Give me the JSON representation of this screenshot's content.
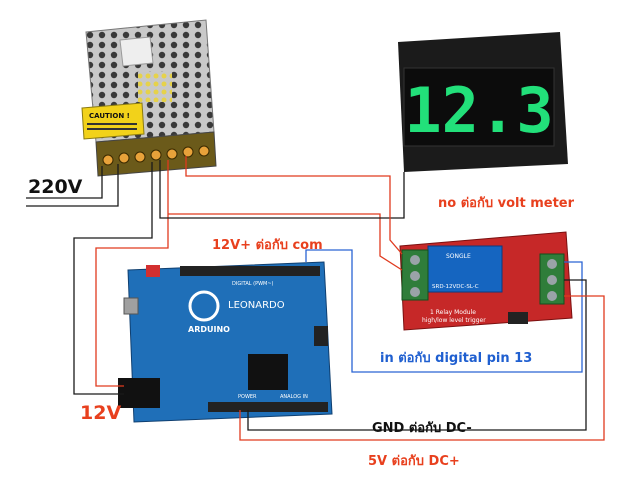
{
  "labels": {
    "mains": "220V",
    "supply_12v": "12V",
    "no_to_voltmeter": "no ต่อกับ volt meter",
    "v12_to_com": "12V+ ต่อกับ com",
    "in_to_pin13": "in ต่อกับ digital pin 13",
    "gnd_to_dcminus": "GND ต่อกับ DC-",
    "v5_to_dcplus": "5V ต่อกับ DC+"
  },
  "voltmeter": {
    "reading": "12.3",
    "digit_color": "#22e07a"
  },
  "psu": {
    "caution": "CAUTION !"
  },
  "arduino": {
    "brand": "ARDUINO",
    "model": "LEONARDO",
    "digital_header": "DIGITAL (PWM~)",
    "power_header": "POWER",
    "analog_header": "ANALOG IN"
  },
  "relay": {
    "brand": "SONGLE",
    "model": "SRD-12VDC-SL-C",
    "caption_1": "1 Relay Module",
    "caption_2": "high/low level trigger"
  },
  "colors": {
    "wire_black": "#1a1a1a",
    "wire_red": "#e03a1e",
    "wire_blue": "#2a63d4",
    "board_blue": "#1f6fb8",
    "relay_red": "#c62828"
  }
}
